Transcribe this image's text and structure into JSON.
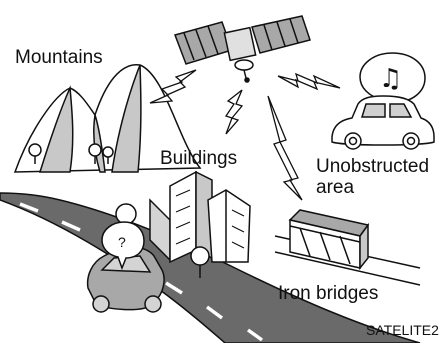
{
  "labels": {
    "mountains": "Mountains",
    "buildings": "Buildings",
    "unobstructed_line1": "Unobstructed",
    "unobstructed_line2": "area",
    "iron_bridges": "Iron bridges",
    "figure_code": "SATELITE2"
  },
  "bubbles": {
    "car_question": "?",
    "music_note": "♫"
  },
  "icons": {
    "satellite": "satellite-icon",
    "signal": "zigzag-signal-icon",
    "car": "car-icon",
    "music": "music-note-icon"
  },
  "colors": {
    "line": "#111111",
    "road": "#666666",
    "fill_light": "#d4d4d4",
    "fill_mid": "#a8a8a8",
    "background": "#ffffff"
  }
}
